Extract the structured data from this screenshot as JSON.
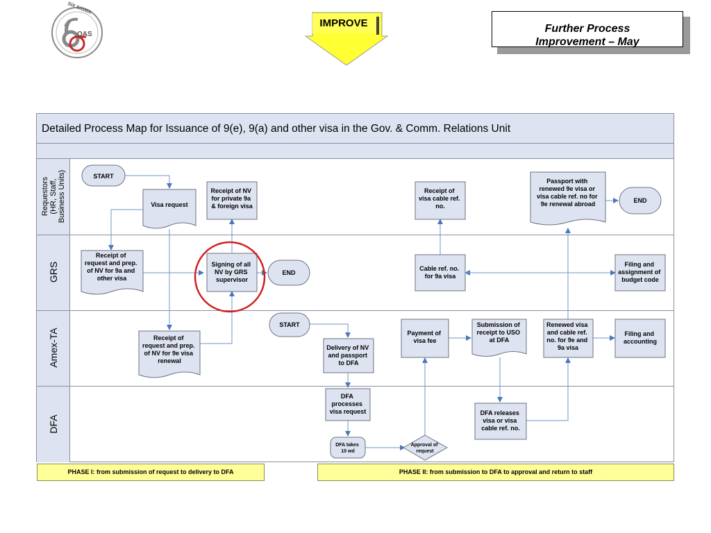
{
  "logo": {
    "top_text": "SIX SIGMA",
    "side_text": "OAS"
  },
  "banner": {
    "label": "IMPROVE"
  },
  "title": {
    "line1": "Further Process",
    "line2": "Improvement – May"
  },
  "map": {
    "title": "Detailed Process Map for Issuance of 9(e), 9(a) and other visa in the Gov. & Comm. Relations Unit",
    "lanes": [
      {
        "label_lines": [
          "Requestors",
          "(HR, Staff,",
          "Business Units)"
        ]
      },
      {
        "label_lines": [
          "GRS"
        ]
      },
      {
        "label_lines": [
          "Amex-TA"
        ]
      },
      {
        "label_lines": [
          "DFA"
        ]
      }
    ]
  },
  "nodes": {
    "start1": [
      "START"
    ],
    "visa_request": [
      "Visa request"
    ],
    "receipt_nv_private": [
      "Receipt of NV",
      "for private 9a",
      "& foreign visa"
    ],
    "receipt_cable": [
      "Receipt of",
      "visa cable ref.",
      "no."
    ],
    "passport_renewed": [
      "Passport with",
      "renewed 9e visa or",
      "visa cable ref. no for",
      "9e renewal abroad"
    ],
    "end1": [
      "END"
    ],
    "receipt_prep_9a": [
      "Receipt of",
      "request and prep.",
      "of NV for 9a and",
      "other visa"
    ],
    "signing": [
      "Signing of all",
      "NV by GRS",
      "supervisor"
    ],
    "end2": [
      "END"
    ],
    "cable_ref": [
      "Cable ref. no.",
      "for 9a visa"
    ],
    "filing_budget": [
      "Filing and",
      "assignment of",
      "budget code"
    ],
    "receipt_prep_9e": [
      "Receipt of",
      "request and prep.",
      "of NV for 9e visa",
      "renewal"
    ],
    "start2": [
      "START"
    ],
    "delivery": [
      "Delivery of NV",
      "and passport",
      "to DFA"
    ],
    "payment": [
      "Payment of",
      "visa fee"
    ],
    "submission_receipt": [
      "Submission of",
      "receipt to USO",
      "at DFA"
    ],
    "renewed_visa": [
      "Renewed visa",
      "and cable ref.",
      "no. for 9e and",
      "9a visa"
    ],
    "filing_accounting": [
      "Filing and",
      "accounting"
    ],
    "dfa_processes": [
      "DFA",
      "processes",
      "visa request"
    ],
    "dfa_releases": [
      "DFA releases",
      "visa or visa",
      "cable ref. no."
    ],
    "dfa_takes": [
      "DFA takes",
      "10 wd"
    ],
    "approval": [
      "Approval of",
      "request"
    ]
  },
  "phases": {
    "phase1": "PHASE I: from submission of request to delivery to DFA",
    "phase2": "PHASE II: from submission to DFA to approval and return to staff"
  },
  "colors": {
    "node_fill": "#dde3f0",
    "lane_fill": "#dde3f0",
    "connector": "#6f93c8",
    "highlight": "#d11f1f",
    "phase_fill": "#ffff99",
    "banner_fill": "#ffff33",
    "logo_red": "#c62828"
  }
}
